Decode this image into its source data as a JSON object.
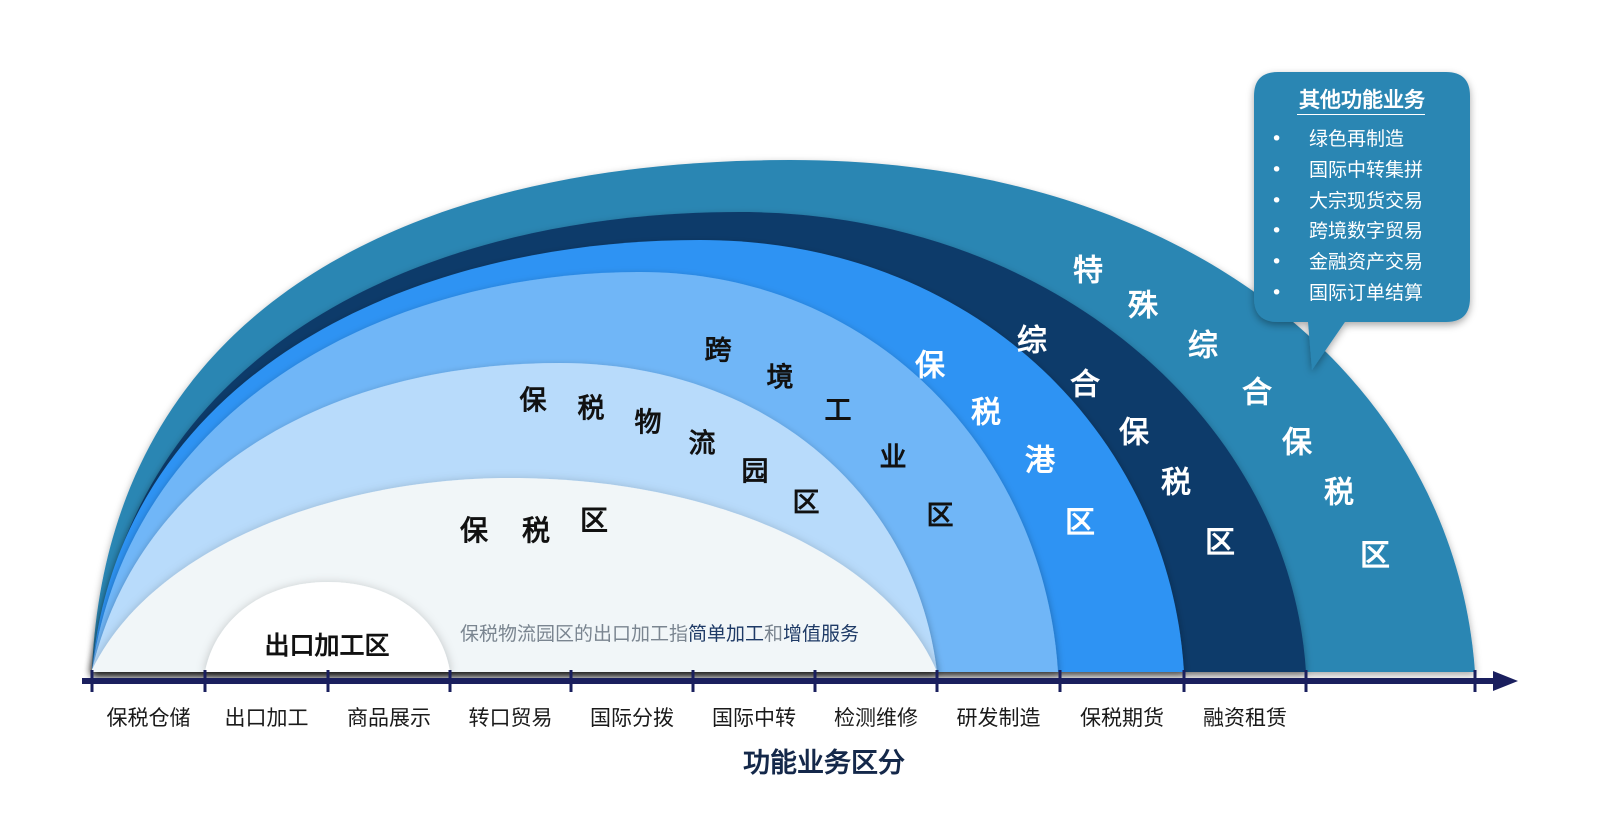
{
  "zones": [
    {
      "id": "special",
      "label": "特殊综合保税区",
      "color": "#2b86b3",
      "text": "light"
    },
    {
      "id": "comprehensive",
      "label": "综合保税区",
      "color": "#0e3a6b",
      "text": "light"
    },
    {
      "id": "port",
      "label": "保税港区",
      "color": "#2e93f3",
      "text": "light"
    },
    {
      "id": "crossborder",
      "label": "跨境工业区",
      "color": "#6fb6f7",
      "text": "dark"
    },
    {
      "id": "logistics",
      "label": "保税物流园区",
      "color": "#b8dbfb",
      "text": "dark"
    },
    {
      "id": "bonded",
      "label": "保税区",
      "color": "#f1f6f8",
      "text": "dark"
    }
  ],
  "export_zone": {
    "label": "出口加工区"
  },
  "note": {
    "prefix": "保税物流园区的出口加工指",
    "emph1": "简单加工",
    "mid": "和",
    "emph2": "增值服务"
  },
  "axis": {
    "title": "功能业务区分",
    "ticks": [
      "保税仓储",
      "出口加工",
      "商品展示",
      "转口贸易",
      "国际分拨",
      "国际中转",
      "检测维修",
      "研发制造",
      "保税期货",
      "融资租赁"
    ]
  },
  "callout": {
    "title": "其他功能业务",
    "bullet": "•",
    "items": [
      "绿色再制造",
      "国际中转集拼",
      "大宗现货交易",
      "跨境数字贸易",
      "金融资产交易",
      "国际订单结算"
    ]
  },
  "colors": {
    "axis": "#1a1f5e",
    "note_gray": "#7a8590",
    "note_emph": "#1e3a66",
    "callout_bg": "#2b86b3"
  }
}
